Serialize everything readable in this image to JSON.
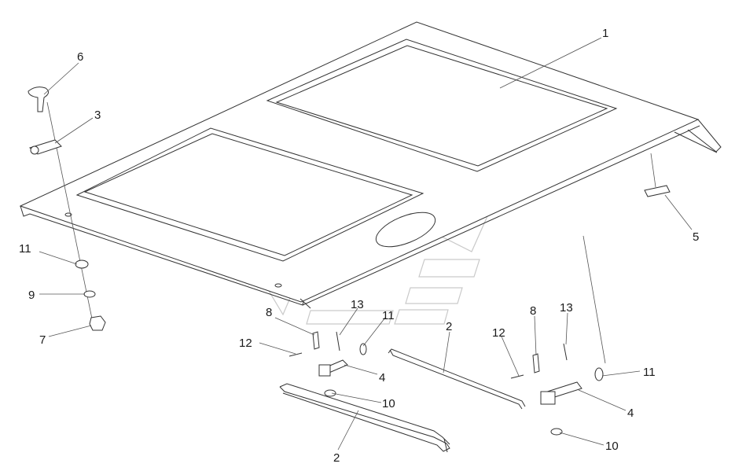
{
  "diagram": {
    "callouts": [
      {
        "id": "c1",
        "label": "1"
      },
      {
        "id": "c2a",
        "label": "2"
      },
      {
        "id": "c2b",
        "label": "2"
      },
      {
        "id": "c3",
        "label": "3"
      },
      {
        "id": "c4a",
        "label": "4"
      },
      {
        "id": "c4b",
        "label": "4"
      },
      {
        "id": "c5",
        "label": "5"
      },
      {
        "id": "c6",
        "label": "6"
      },
      {
        "id": "c7",
        "label": "7"
      },
      {
        "id": "c8a",
        "label": "8"
      },
      {
        "id": "c8b",
        "label": "8"
      },
      {
        "id": "c9",
        "label": "9"
      },
      {
        "id": "c10a",
        "label": "10"
      },
      {
        "id": "c10b",
        "label": "10"
      },
      {
        "id": "c11a",
        "label": "11"
      },
      {
        "id": "c11b",
        "label": "11"
      },
      {
        "id": "c11c",
        "label": "11"
      },
      {
        "id": "c12a",
        "label": "12"
      },
      {
        "id": "c12b",
        "label": "12"
      },
      {
        "id": "c13a",
        "label": "13"
      },
      {
        "id": "c13b",
        "label": "13"
      }
    ]
  }
}
